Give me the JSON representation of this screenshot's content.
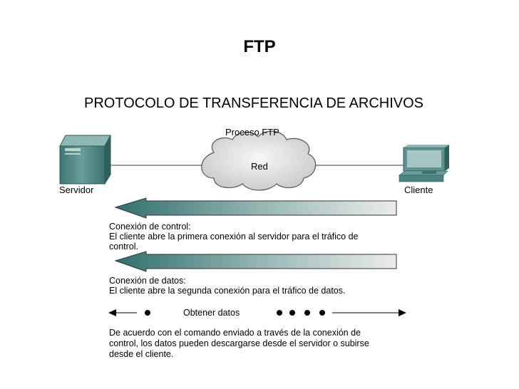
{
  "slide": {
    "title": "FTP",
    "subtitle": "PROTOCOLO DE TRANSFERENCIA DE ARCHIVOS"
  },
  "diagram": {
    "process_label": "Proceso FTP",
    "network_label": "Red",
    "server_label": "Servidor",
    "client_label": "Cliente",
    "control_connection": {
      "title": "Conexión de control:",
      "description_line1": "El cliente abre la primera conexión al servidor para el tráfico de",
      "description_line2": "control."
    },
    "data_connection": {
      "title": "Conexión de datos:",
      "description": "El cliente abre la segunda conexión para el tráfico de datos."
    },
    "get_data_label": "Obtener datos",
    "note_line1": "De acuerdo con el comando enviado a través de la conexión de",
    "note_line2": "control, los datos pueden descargarse desde el servidor o subirse",
    "note_line3": "desde el cliente."
  },
  "colors": {
    "arrow_dark": "#2f6f6e",
    "arrow_light": "#e6e6e6",
    "device_teal": "#5a8f8e",
    "cloud_fill": "#e4e4e4"
  }
}
